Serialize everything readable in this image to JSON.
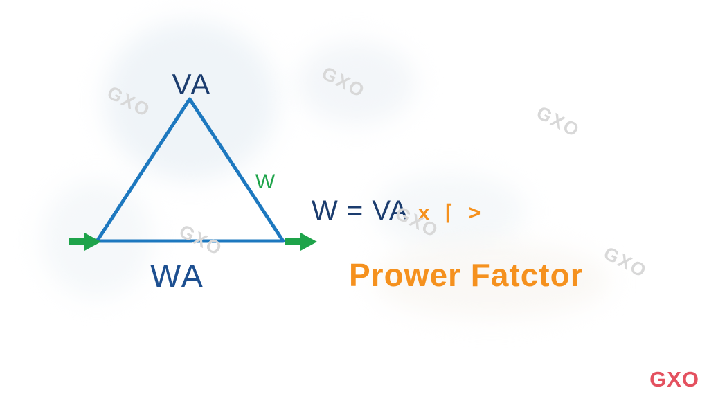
{
  "title": "Power triangle diagram slide",
  "colors": {
    "triangle-blue": "#1d78bf",
    "navy-dark": "#1b3c6e",
    "navy-medium": "#1d4f90",
    "green": "#1ea34a",
    "orange": "#f5911e",
    "watermark-gray": "#d8d8d8",
    "logo-red": "#e4515f",
    "background": "#ffffff"
  },
  "triangle": {
    "apex_label": "VA",
    "side_label": "W",
    "base_label": "WA"
  },
  "equation": {
    "blue_part": "W = VA",
    "orange_part": "x ⌈ >"
  },
  "caption": "Prower Fatctor",
  "watermark_text": "GXO",
  "logo_text": "GXO"
}
